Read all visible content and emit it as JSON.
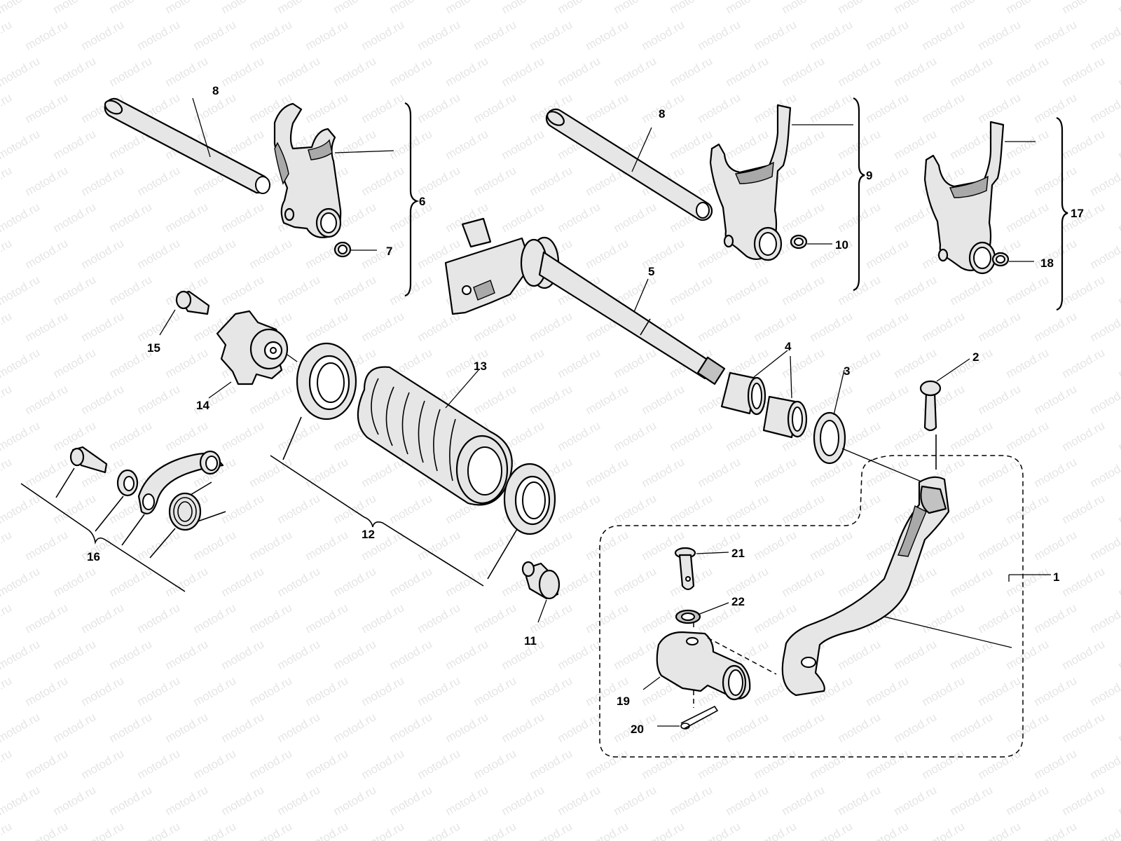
{
  "watermark": "motod.ru",
  "callouts": {
    "c1": "1",
    "c2": "2",
    "c3": "3",
    "c4": "4",
    "c5": "5",
    "c6": "6",
    "c7": "7",
    "c8a": "8",
    "c8b": "8",
    "c9": "9",
    "c10": "10",
    "c11": "11",
    "c12": "12",
    "c13": "13",
    "c14": "14",
    "c15": "15",
    "c16": "16",
    "c17": "17",
    "c18": "18",
    "c19": "19",
    "c20": "20",
    "c21": "21",
    "c22": "22"
  }
}
